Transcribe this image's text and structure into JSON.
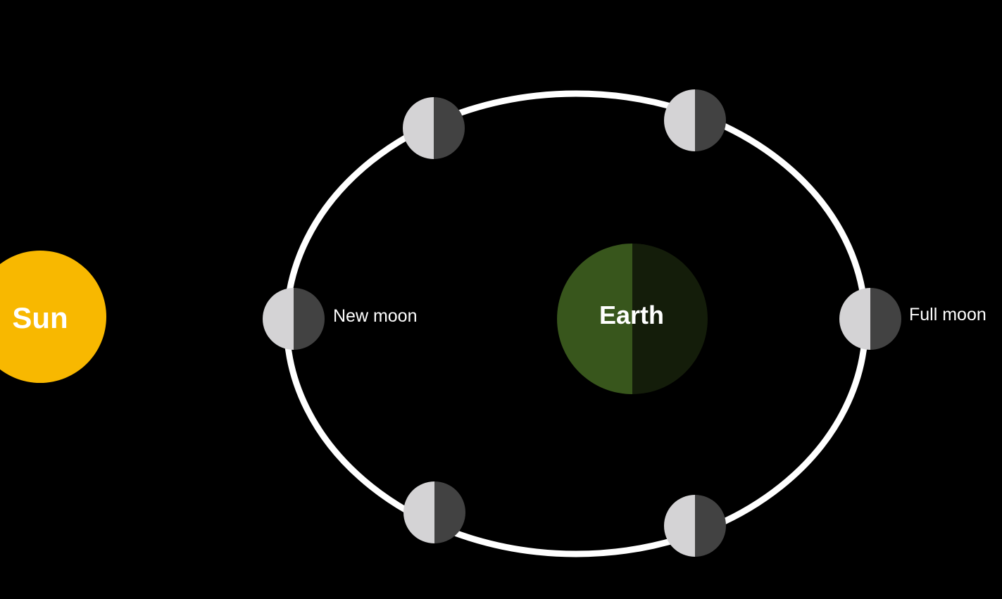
{
  "colors": {
    "background": "#000000",
    "orbit": "#ffffff",
    "sun": "#f8b800",
    "earth_lit": "#38561c",
    "earth_dark": "#141d0a",
    "moon_lit": "#d4d3d5",
    "moon_dark": "#424242",
    "text": "#ffffff"
  },
  "sun": {
    "label": "Sun"
  },
  "earth": {
    "label": "Earth"
  },
  "moons": {
    "new_moon": {
      "label": "New moon"
    },
    "full_moon": {
      "label": "Full moon"
    }
  }
}
